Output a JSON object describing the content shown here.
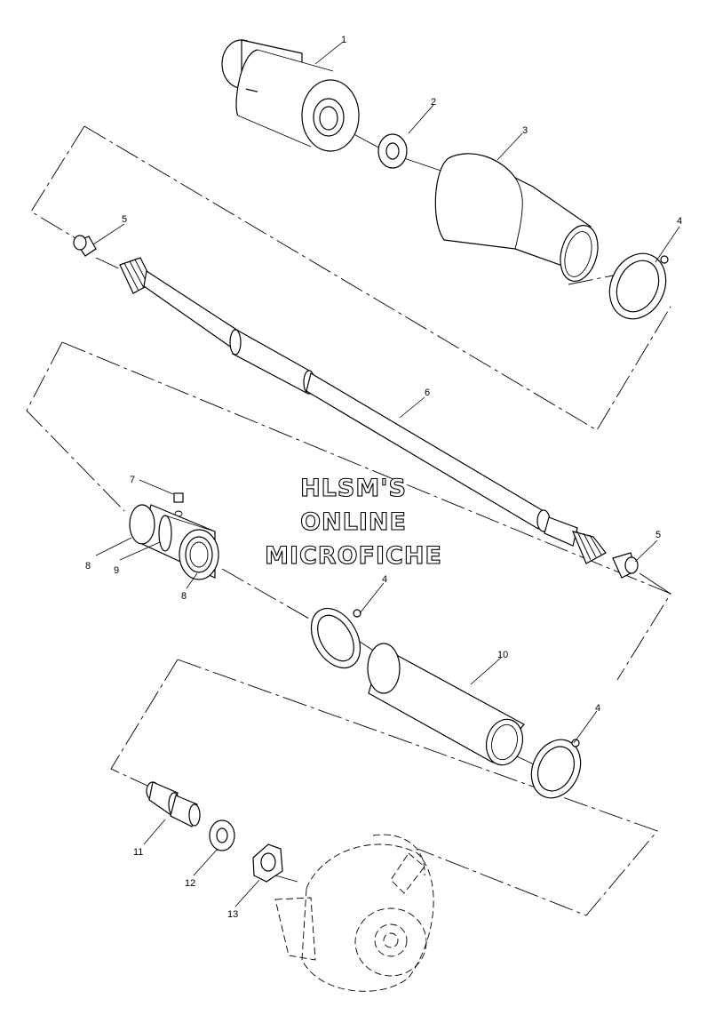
{
  "watermark": {
    "line1": "HLSM'S",
    "line2": "ONLINE",
    "line3": "MICROFICHE"
  },
  "callouts": [
    "1",
    "2",
    "3",
    "4",
    "5",
    "6",
    "7",
    "8",
    "9",
    "10",
    "11",
    "12",
    "13"
  ]
}
